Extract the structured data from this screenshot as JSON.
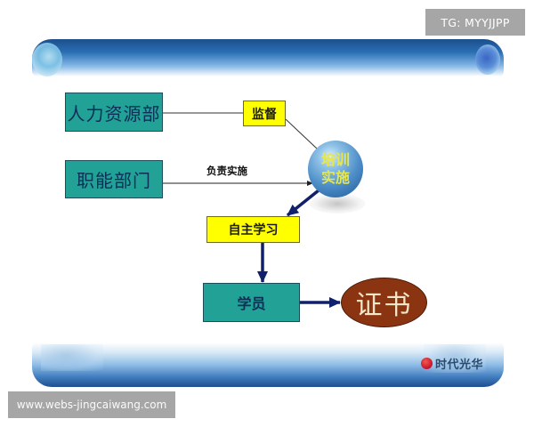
{
  "watermarks": {
    "top_right": "TG: MYYJJPP",
    "bottom_left": "www.webs-jingcaiwang.com"
  },
  "footer": {
    "brand_name": "时代光华",
    "brand_logo_icon": "shidai-guanghua-logo-icon"
  },
  "diagram": {
    "nodes": {
      "hr_department": "人力资源部",
      "functional_department": "职能部门",
      "supervision": "监督",
      "training_line1": "培训",
      "training_line2": "实施",
      "self_study": "自主学习",
      "trainee": "学员",
      "certificate": "证书"
    },
    "edge_labels": {
      "responsible_for_implementation": "负责实施"
    },
    "edges": [
      {
        "from": "hr_department",
        "to": "supervision",
        "style": "line"
      },
      {
        "from": "supervision",
        "to": "training",
        "style": "line"
      },
      {
        "from": "functional_department",
        "to": "training",
        "style": "arrow",
        "label": "负责实施"
      },
      {
        "from": "training",
        "to": "self_study",
        "style": "thick-arrow"
      },
      {
        "from": "self_study",
        "to": "trainee",
        "style": "thick-arrow"
      },
      {
        "from": "trainee",
        "to": "certificate",
        "style": "thick-arrow"
      }
    ],
    "colors": {
      "teal_box": "#22a197",
      "yellow_box": "#ffff00",
      "sphere": "#4f8fc9",
      "sphere_text": "#e7e64a",
      "certificate": "#8b3412",
      "arrow_dark": "#10206b",
      "banner_blue": "#1d4f8c"
    }
  }
}
